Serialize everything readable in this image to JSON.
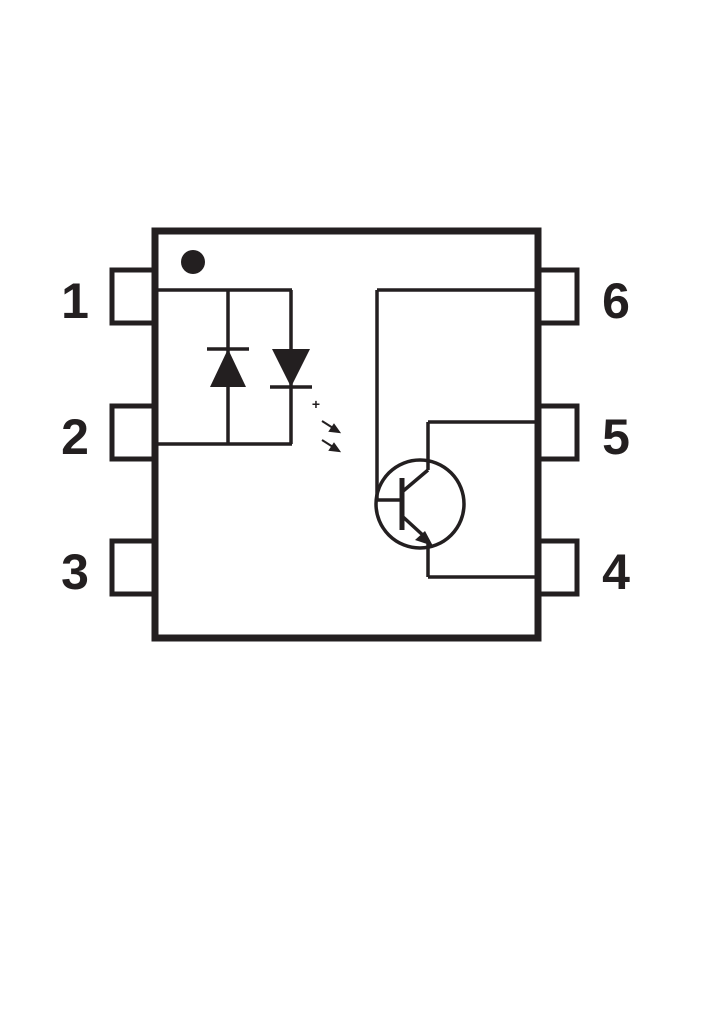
{
  "colors": {
    "ink": "#231f20",
    "background": "#ffffff"
  },
  "pins": {
    "left": [
      "1",
      "2",
      "3"
    ],
    "right": [
      "6",
      "5",
      "4"
    ]
  },
  "emitter_polarity_mark": "+",
  "icons": {
    "pin1_indicator": "filled-dot",
    "emitter": "dual-antiparallel-led",
    "light": "light-emission-arrows",
    "detector": "npn-phototransistor"
  }
}
